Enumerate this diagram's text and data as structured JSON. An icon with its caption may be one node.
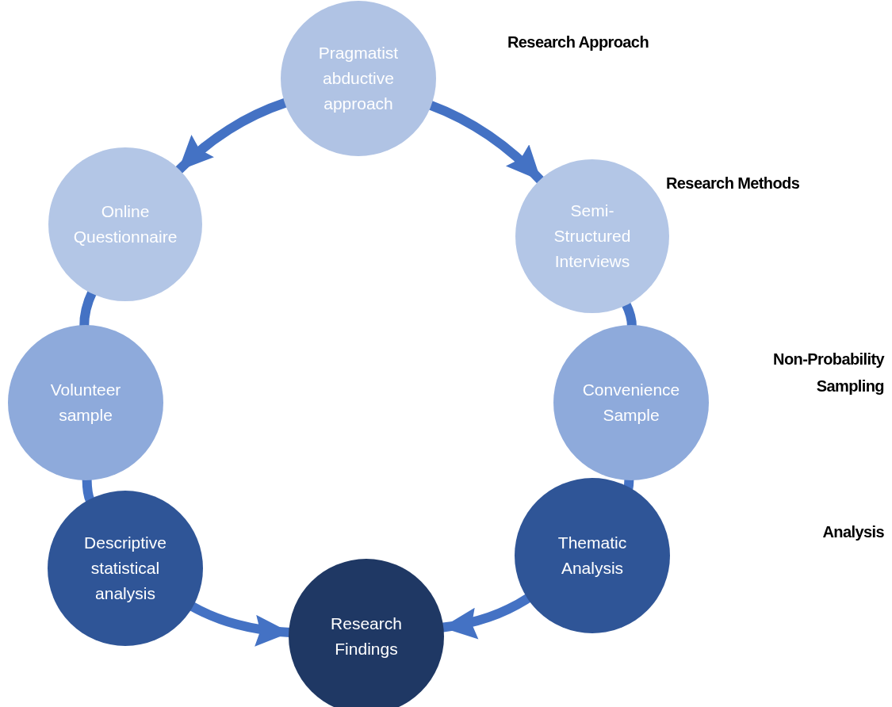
{
  "diagram": {
    "nodes": [
      {
        "text": [
          "Pragmatist abductive approach"
        ]
      },
      {
        "text": [
          "Online Questionnaire"
        ]
      },
      {
        "text": [
          "Semi-Structured Interviews"
        ]
      },
      {
        "text": [
          "Volunteer sample"
        ]
      },
      {
        "text": [
          "Convenience Sample"
        ]
      },
      {
        "text": [
          "Descriptive statistical analysis"
        ]
      },
      {
        "text": [
          "Thematic Analysis"
        ]
      },
      {
        "text": [
          "Research Findings"
        ]
      }
    ],
    "edges": [
      {
        "from": 0,
        "to": 1,
        "arrow": "to"
      },
      {
        "from": 0,
        "to": 2,
        "arrow": "to"
      },
      {
        "from": 1,
        "to": 3,
        "arrow": "none"
      },
      {
        "from": 2,
        "to": 4,
        "arrow": "none"
      },
      {
        "from": 3,
        "to": 5,
        "arrow": "none"
      },
      {
        "from": 4,
        "to": 6,
        "arrow": "none"
      },
      {
        "from": 5,
        "to": 7,
        "arrow": "to"
      },
      {
        "from": 6,
        "to": 7,
        "arrow": "to"
      }
    ],
    "labels": [
      "Research Approach",
      "Research Methods",
      "Non-Probability Sampling",
      "Analysis"
    ]
  }
}
